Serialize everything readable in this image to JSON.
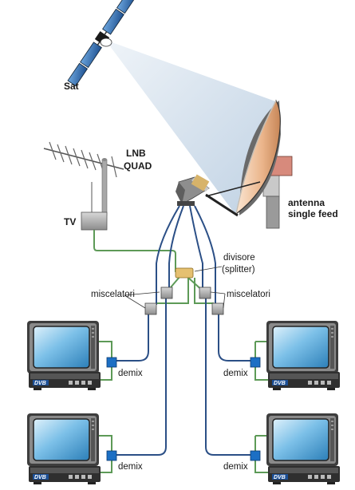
{
  "labels": {
    "sat": "Sat",
    "lnb": "LNB",
    "quad": "QUAD",
    "tv": "TV",
    "antenna": "antenna",
    "single_feed": "single feed",
    "divisore": "divisore",
    "splitter": "(splitter)",
    "miscelatori_left": "miscelatori",
    "miscelatori_right": "miscelatori",
    "demix": "demix",
    "dvb": "DVB"
  },
  "colors": {
    "cable_blue": "#2b4f86",
    "cable_green": "#5d9a57",
    "beam": "#c9d7e6",
    "dish": "#e8b890",
    "screen": "#7cc0e8",
    "demix_box": "#1c6fc4",
    "splitter": "#e5c070"
  },
  "icons": [
    "satellite-icon",
    "yagi-antenna-icon",
    "dish-antenna-icon",
    "lnb-quad-icon",
    "tv-set-icon",
    "dvb-receiver-icon"
  ]
}
